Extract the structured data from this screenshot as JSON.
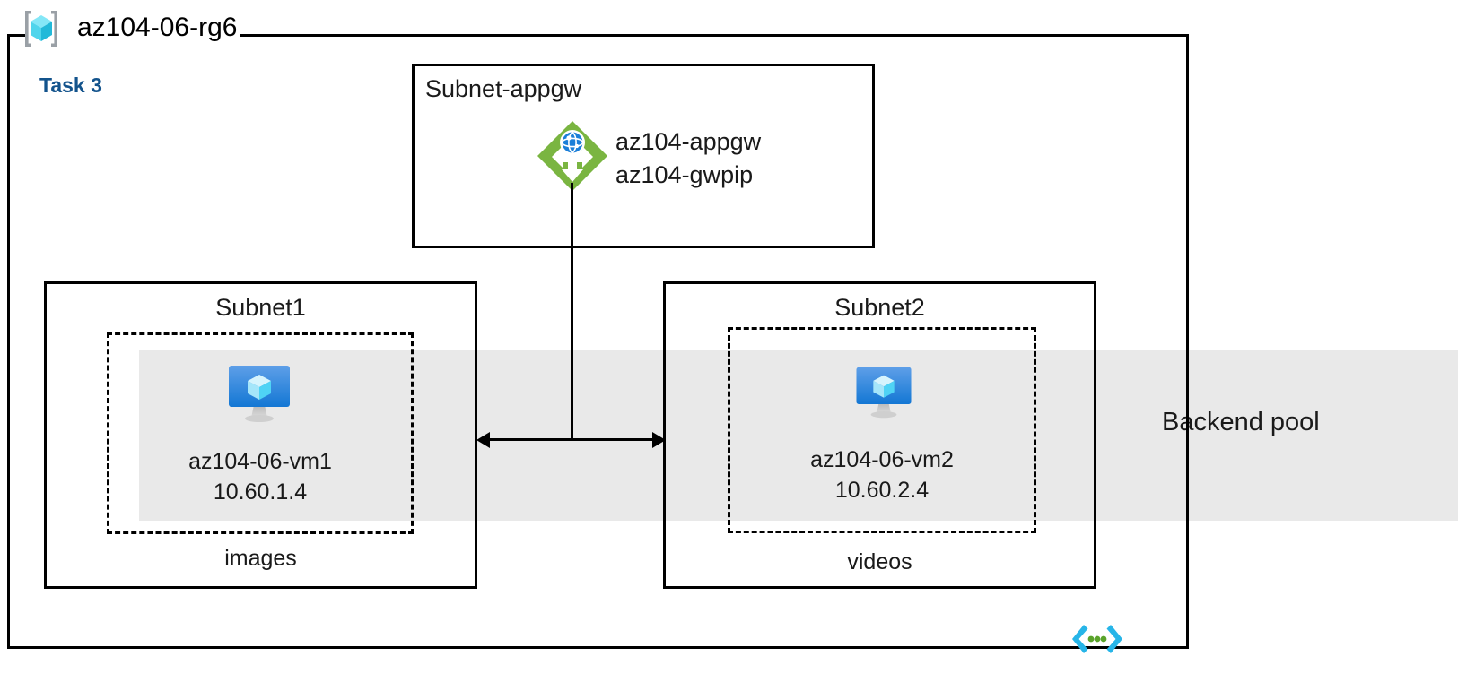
{
  "diagram": {
    "resource_group": {
      "name": "az104-06-rg6",
      "icon": "resource-group-cube-icon"
    },
    "task_label": "Task 3",
    "backend_pool": {
      "label": "Backend pool",
      "band_color": "#e9e9e9"
    },
    "vnet_icon": "virtual-network-icon",
    "appgw_subnet": {
      "title": "Subnet-appgw",
      "icon": "application-gateway-icon",
      "resources": [
        "az104-appgw",
        "az104-gwpip"
      ]
    },
    "subnets": [
      {
        "title": "Subnet1",
        "sublabel": "images",
        "vm": {
          "icon": "virtual-machine-icon",
          "name": "az104-06-vm1",
          "ip": "10.60.1.4"
        }
      },
      {
        "title": "Subnet2",
        "sublabel": "videos",
        "vm": {
          "icon": "virtual-machine-icon",
          "name": "az104-06-vm2",
          "ip": "10.60.2.4"
        }
      }
    ],
    "colors": {
      "task_text": "#13538c",
      "appgw_green": "#7ab541",
      "vm_blue": "#3a93e0",
      "vm_cube_cyan": "#9fe3f7",
      "vnet_cyan": "#29b6e8",
      "vnet_dots_green": "#5aa32a",
      "rg_cube_cyan": "#4fd5ec",
      "bracket_gray": "#9aa0a6",
      "line_black": "#000000"
    }
  }
}
